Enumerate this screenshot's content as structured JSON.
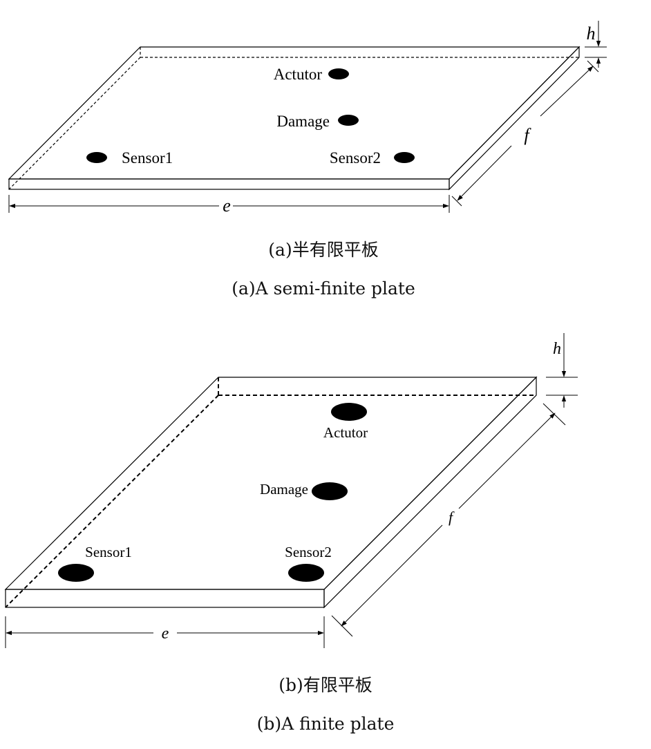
{
  "panel_a": {
    "labels": {
      "actuator": "Actutor",
      "damage": "Damage",
      "sensor1": "Sensor1",
      "sensor2": "Sensor2"
    },
    "dimensions": {
      "length": "e",
      "width": "f",
      "thickness": "h"
    },
    "caption_cn": "(a)半有限平板",
    "caption_en": "(a)A semi-finite plate"
  },
  "panel_b": {
    "labels": {
      "actuator": "Actutor",
      "damage": "Damage",
      "sensor1": "Sensor1",
      "sensor2": "Sensor2"
    },
    "dimensions": {
      "length": "e",
      "width": "f",
      "thickness": "h"
    },
    "caption_cn": "(b)有限平板",
    "caption_en": "(b)A finite plate"
  }
}
